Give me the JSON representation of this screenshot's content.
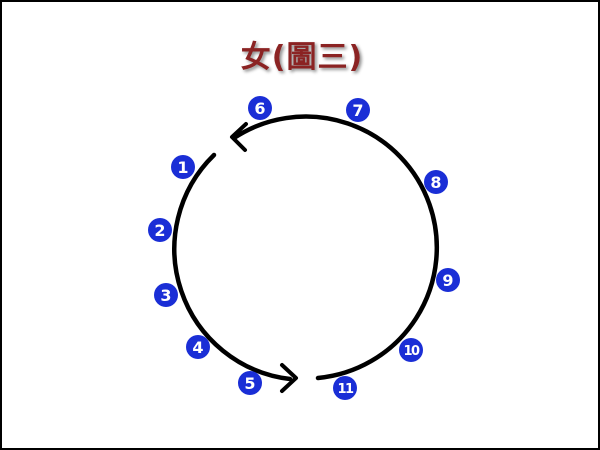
{
  "title": "女(圖三)",
  "colors": {
    "title": "#8b2323",
    "stroke": "#000000",
    "badge_fill": "#1a2ed6",
    "badge_text": "#ffffff"
  },
  "labels": [
    "1",
    "2",
    "3",
    "4",
    "5",
    "6",
    "7",
    "8",
    "9",
    "10",
    "11"
  ]
}
